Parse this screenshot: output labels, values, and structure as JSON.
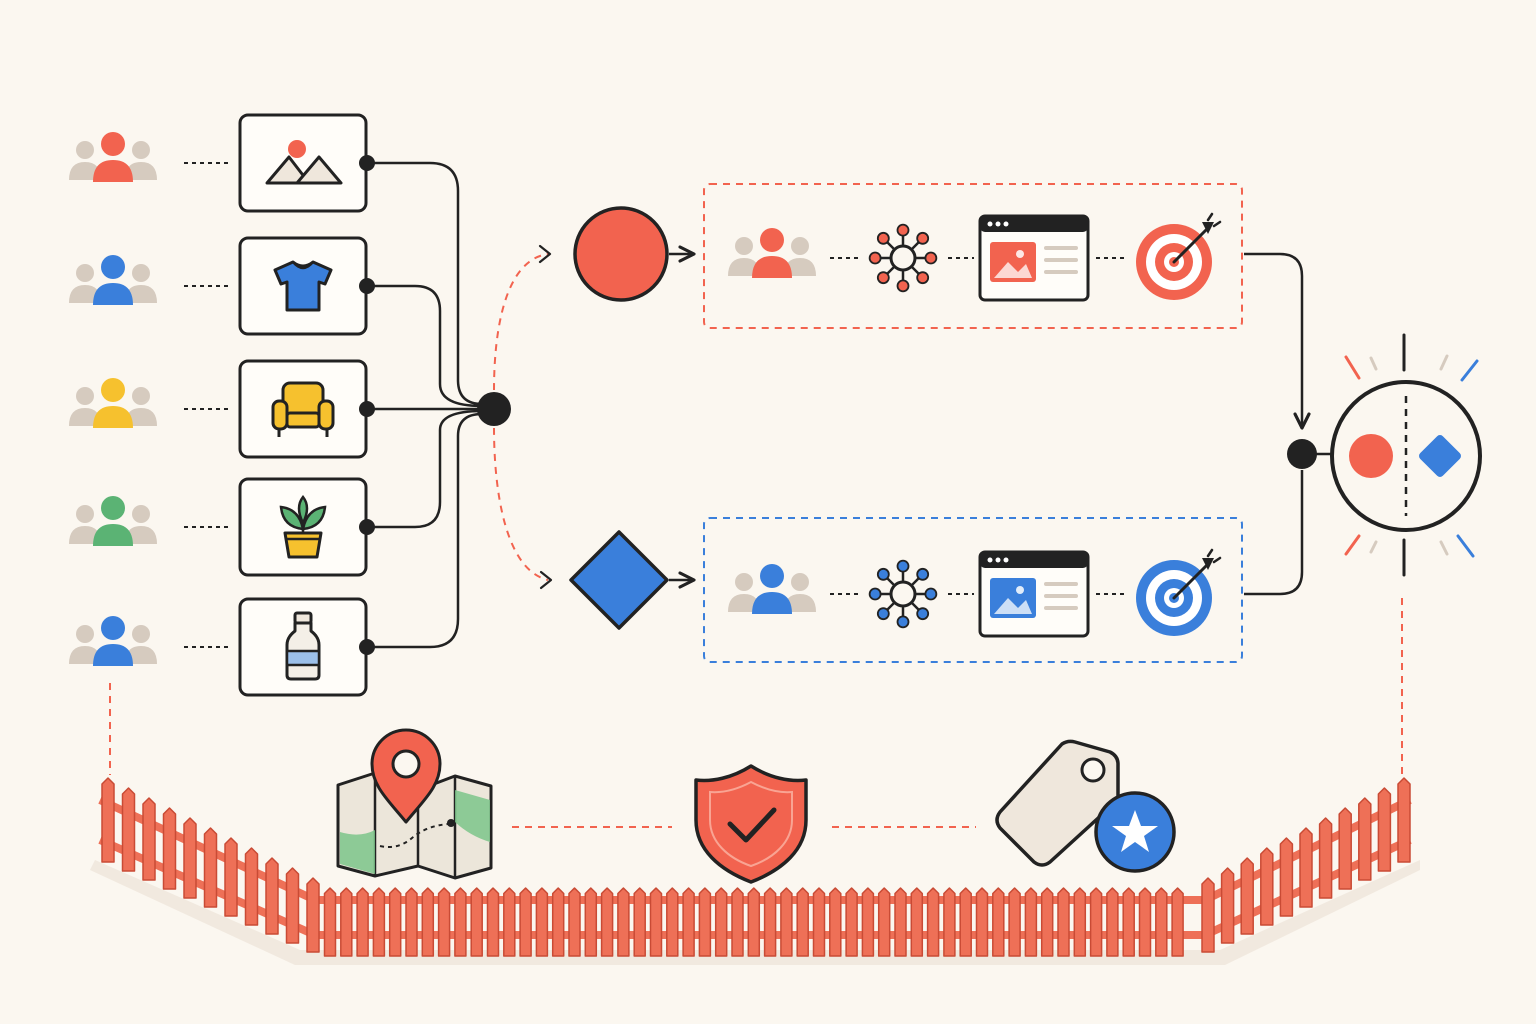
{
  "colors": {
    "background": "#FBF7F0",
    "ink": "#222222",
    "red": "#F2634F",
    "blue": "#3A7FDB",
    "yellow": "#F6C12E",
    "green": "#5BB374",
    "beige": "#D6CBBF",
    "fence": "#EE7057",
    "fence_dark": "#C94B35",
    "tag": "#EFE7DC",
    "map_green": "#7CC48A",
    "map_paper": "#ECE6DA"
  },
  "audiences": [
    {
      "id": "audience-red",
      "color": "red",
      "product_icon": "image-icon"
    },
    {
      "id": "audience-blue",
      "color": "blue",
      "product_icon": "tshirt-icon"
    },
    {
      "id": "audience-yellow",
      "color": "yellow",
      "product_icon": "armchair-icon"
    },
    {
      "id": "audience-green",
      "color": "green",
      "product_icon": "potted-plant-icon"
    },
    {
      "id": "audience-blue-2",
      "color": "blue",
      "product_icon": "bottle-icon"
    }
  ],
  "branches": [
    {
      "id": "branch-a",
      "shape": "circle",
      "color": "red",
      "steps": [
        "people-group-icon",
        "network-node-icon",
        "web-ad-window-icon",
        "target-icon"
      ]
    },
    {
      "id": "branch-b",
      "shape": "diamond",
      "color": "blue",
      "steps": [
        "people-group-icon",
        "network-node-icon",
        "web-ad-window-icon",
        "target-icon"
      ]
    }
  ],
  "result": {
    "icon": "split-compare-icon",
    "left": "circle",
    "right": "diamond"
  },
  "bottom_icons": [
    "map-pin-icon",
    "shield-check-icon",
    "price-tag-star-icon"
  ],
  "enclosure": "fence-icon"
}
